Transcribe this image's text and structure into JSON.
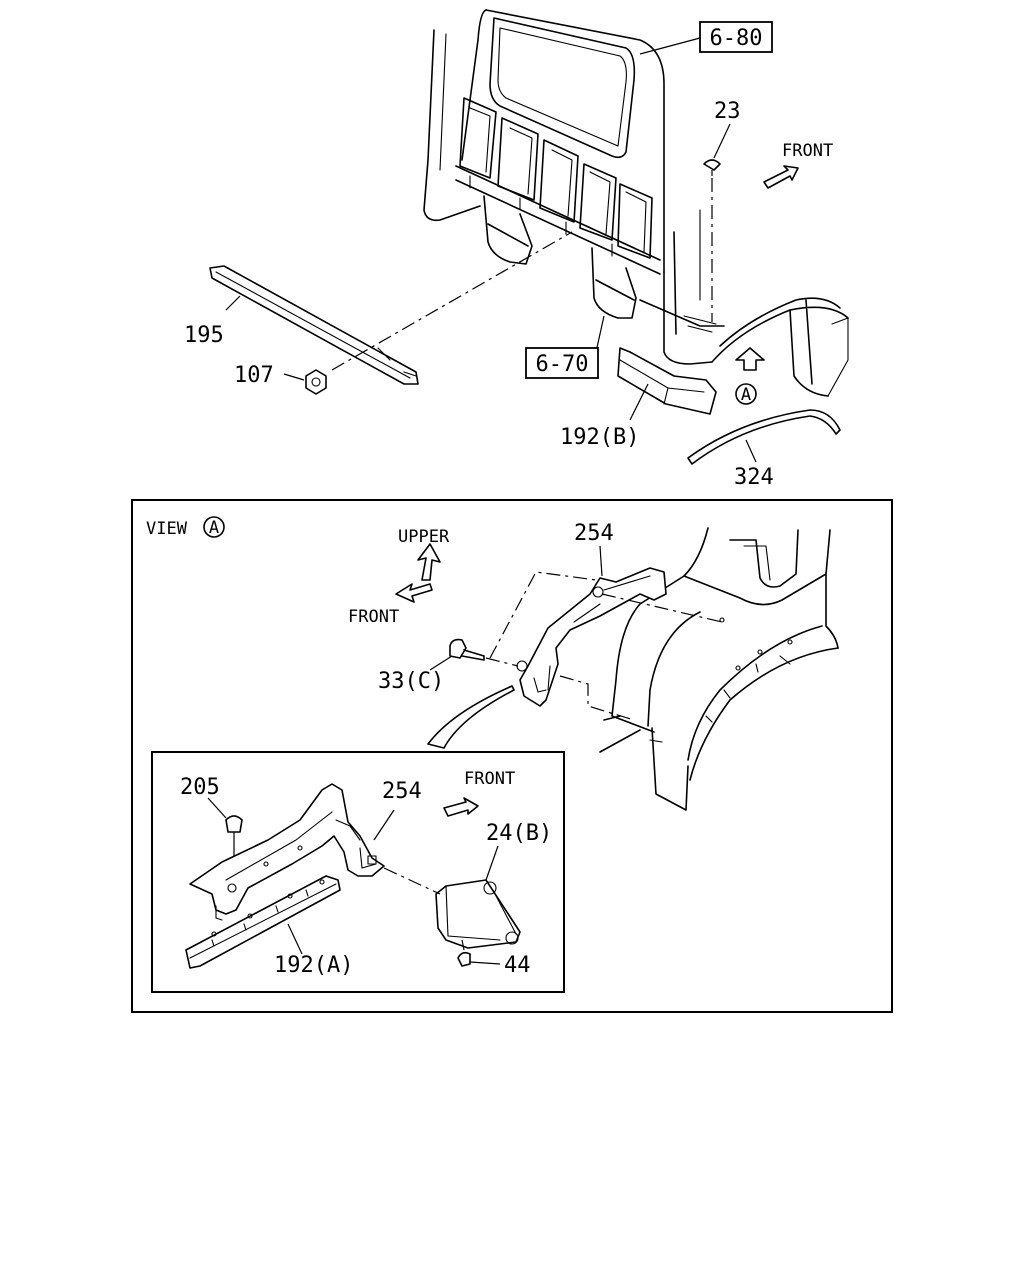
{
  "ref_boxes": {
    "cab_back": "6-80",
    "floor": "6-70"
  },
  "callouts": {
    "clip_top": "23",
    "rail_seal": "195",
    "nut": "107",
    "bracket_b": "192(B)",
    "arch_trim": "324",
    "bracket_main": "254",
    "bolt": "33(C)",
    "clip_detail": "205",
    "bracket_detail": "254",
    "cover": "24(B)",
    "screw": "44",
    "bracket_a": "192(A)"
  },
  "directions": {
    "front_top": "FRONT",
    "upper": "UPPER",
    "front_view": "FRONT",
    "front_detail": "FRONT"
  },
  "view": {
    "title": "VIEW",
    "marker": "A"
  },
  "view_marker_top": "A"
}
